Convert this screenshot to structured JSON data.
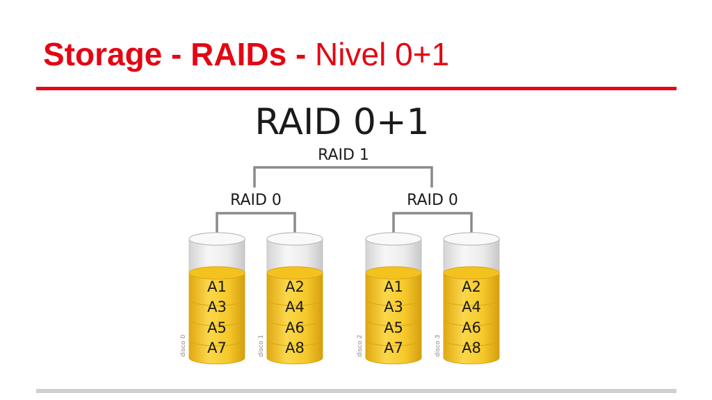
{
  "header": {
    "title_bold": "Storage - RAIDs - ",
    "title_normal": "Nivel 0+1"
  },
  "diagram": {
    "title": "RAID 0+1",
    "mirror_label": "RAID 1",
    "stripe_groups": [
      {
        "label": "RAID 0"
      },
      {
        "label": "RAID 0"
      }
    ],
    "disks": [
      {
        "name": "disco 0",
        "blocks": [
          "A1",
          "A3",
          "A5",
          "A7"
        ]
      },
      {
        "name": "disco 1",
        "blocks": [
          "A2",
          "A4",
          "A6",
          "A8"
        ]
      },
      {
        "name": "disco 2",
        "blocks": [
          "A1",
          "A3",
          "A5",
          "A7"
        ]
      },
      {
        "name": "disco 3",
        "blocks": [
          "A2",
          "A4",
          "A6",
          "A8"
        ]
      }
    ],
    "colors": {
      "accent": "#e30613",
      "connector": "#8a8a8a",
      "block_fill": "#f6c92b",
      "block_edge": "#d9a514",
      "cylinder_glass": "#e6e6e6"
    }
  }
}
